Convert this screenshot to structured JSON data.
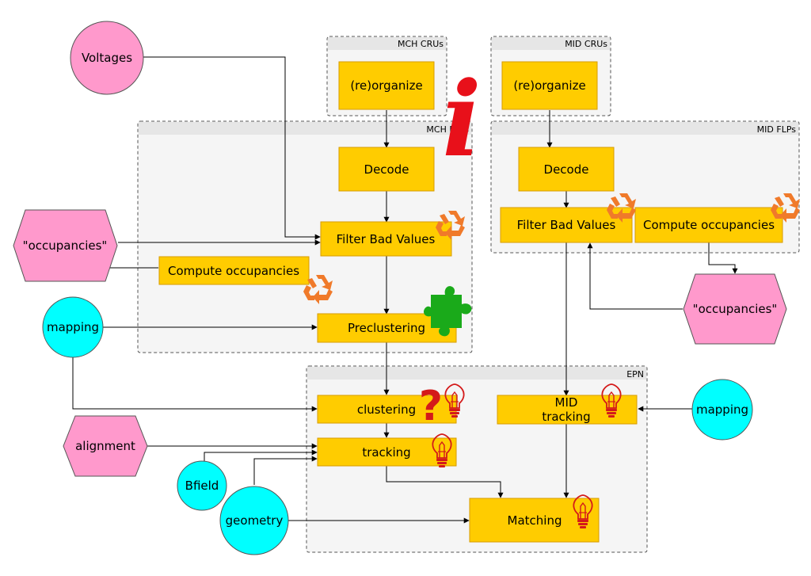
{
  "groups": {
    "mch_crus": "MCH CRUs",
    "mid_crus": "MID CRUs",
    "mch_flps": "MCH FLPs",
    "mid_flps": "MID FLPs",
    "epn": "EPN"
  },
  "boxes": {
    "mch_reorganize": "(re)organize",
    "mid_reorganize": "(re)organize",
    "mch_decode": "Decode",
    "mid_decode": "Decode",
    "mch_filter": "Filter Bad Values",
    "mid_filter": "Filter Bad Values",
    "mch_compute_occ": "Compute occupancies",
    "mid_compute_occ": "Compute occupancies",
    "preclustering": "Preclustering",
    "clustering": "clustering",
    "tracking": "tracking",
    "mid_tracking_line1": "MID",
    "mid_tracking_line2": "tracking",
    "matching": "Matching"
  },
  "inputs": {
    "voltages": "Voltages",
    "occupancies_left": "\"occupancies\"",
    "occupancies_right": "\"occupancies\"",
    "mapping_left": "mapping",
    "mapping_right": "mapping",
    "alignment": "alignment",
    "bfield": "Bfield",
    "geometry": "geometry"
  },
  "icons": {
    "info": "i",
    "question": "?"
  },
  "colors": {
    "task_fill": "#ffcc00",
    "task_stroke": "#d79b00",
    "group_fill": "#f5f5f5",
    "group_stroke": "#555555",
    "pink": "#ff99cc",
    "cyan": "#00ffff",
    "recycle": "#f07a2a",
    "puzzle": "#1aaa1a",
    "info": "#e8101a",
    "bulb": "#d41a1a"
  }
}
